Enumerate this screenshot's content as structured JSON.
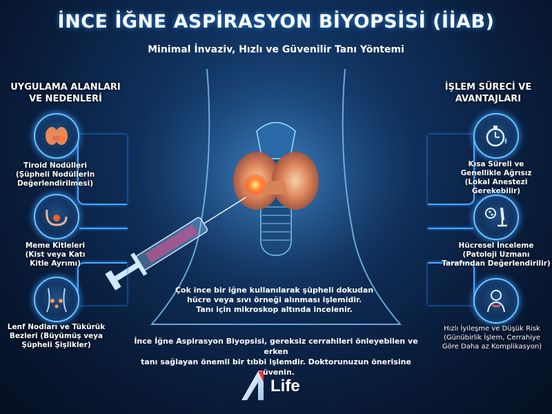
{
  "header": {
    "title": "İNCE İĞNE ASPİRASYON BİYOPSİSİ (İİAB)",
    "subtitle": "Minimal İnvaziv, Hızlı ve Güvenilir Tanı Yöntemi"
  },
  "left": {
    "title_line1": "UYGULAMA ALANLARI",
    "title_line2": "VE NEDENLERİ",
    "items": [
      {
        "icon": "thyroid-icon",
        "lines": [
          "Tiroid Nodülleri",
          "(Şüpheli Nodüllerin",
          "Değerlendirilmesi)"
        ]
      },
      {
        "icon": "breast-icon",
        "lines": [
          "Meme Kitleleri",
          "(Kist veya Katı",
          "Kitle Ayrımı)"
        ]
      },
      {
        "icon": "lymph-node-icon",
        "lines": [
          "Lenf Nodları ve Tükürük",
          "Bezleri (Büyümüş veya",
          "Şüpheli Şişlikler)"
        ]
      }
    ]
  },
  "right": {
    "title_line1": "İŞLEM SÜRECİ VE",
    "title_line2": "AVANTAJLARI",
    "items": [
      {
        "icon": "stopwatch-icon",
        "lines": [
          "Kısa Süreli ve",
          "Genellikle Ağrısız",
          "(Lokal Anestezi Gerekebilir)"
        ]
      },
      {
        "icon": "microscope-icon",
        "lines": [
          "Hücresel İnceleme",
          "(Patoloji Uzmanı",
          "Tarafından Değerlendirilir)"
        ]
      },
      {
        "icon": "neck-recovery-icon",
        "lines": [
          "Hızlı İyileşme ve Düşük Risk",
          "(Günübirlik İşlem, Cerrahiye",
          "Göre Daha az Komplikasyon)"
        ]
      }
    ]
  },
  "center": {
    "desc_lines": [
      "Çok ince bir iğne kullanılarak şüpheli dokudan",
      "hücre veya sıvı örneği alınması işlemidir.",
      "Tanı için mikroskop altında incelenir."
    ],
    "note_lines": [
      "İnce İğne Aspirasyon Biyopsisi, gereksiz cerrahileri önleyebilen ve erken",
      "tanı sağlayan önemli bir tıbbi işlemdir. Doktorunuzun önerisine güvenin."
    ]
  },
  "logo": {
    "text": "Life"
  },
  "colors": {
    "accent": "#4aa8ff",
    "background": "#0f2f5a",
    "highlight": "#ff7a2a"
  }
}
